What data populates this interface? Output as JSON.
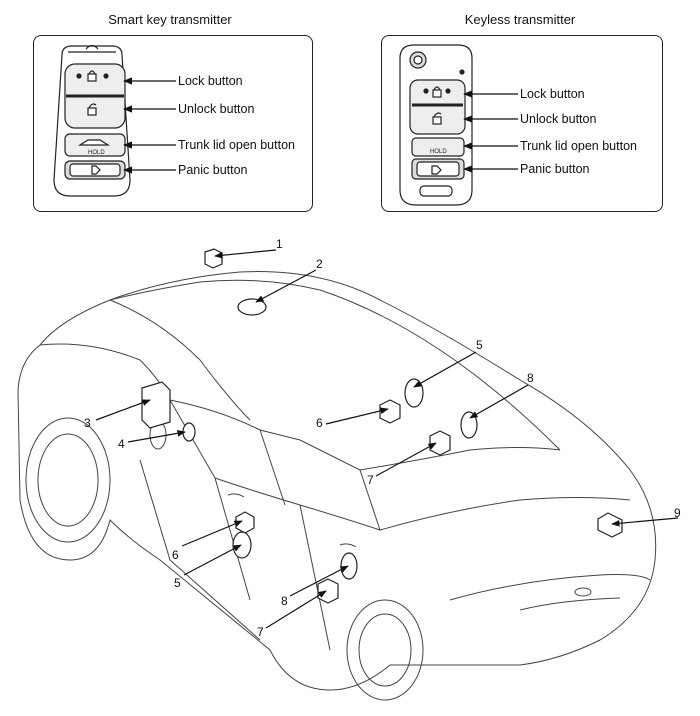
{
  "smart_key": {
    "title": "Smart key transmitter",
    "buttons": [
      "Lock button",
      "Unlock button",
      "Trunk lid open button",
      "Panic button"
    ],
    "hold_text": "HOLD"
  },
  "keyless": {
    "title": "Keyless transmitter",
    "buttons": [
      "Lock button",
      "Unlock button",
      "Trunk lid open button",
      "Panic button"
    ],
    "hold_text": "HOLD"
  },
  "callouts": [
    "1",
    "2",
    "3",
    "4",
    "5",
    "6",
    "7",
    "8",
    "9",
    "6",
    "5",
    "8",
    "7"
  ]
}
